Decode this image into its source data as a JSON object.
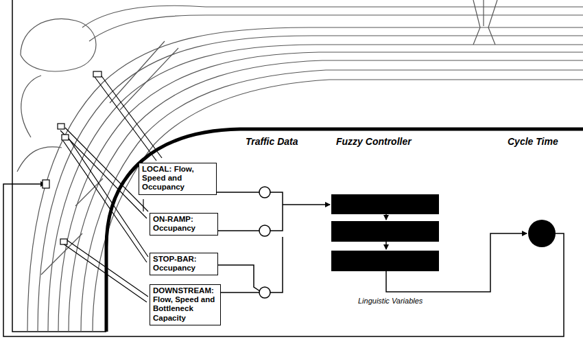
{
  "diagram": {
    "nodes": [
      {
        "text": [
          "LOCAL: Flow, Speed and Occupancy"
        ]
      },
      {
        "text": [
          "ON-RAMP: Occupancy"
        ]
      },
      {
        "text": [
          "STOP-BAR: Occupancy"
        ]
      },
      {
        "text": [
          "DOWNSTREAM: Flow, Speed and Bottleneck Capacity"
        ]
      }
    ],
    "labels": [
      "Traffic Data",
      "Fuzzy Controller",
      "Cycle Time",
      "Linguistic Variables"
    ]
  }
}
